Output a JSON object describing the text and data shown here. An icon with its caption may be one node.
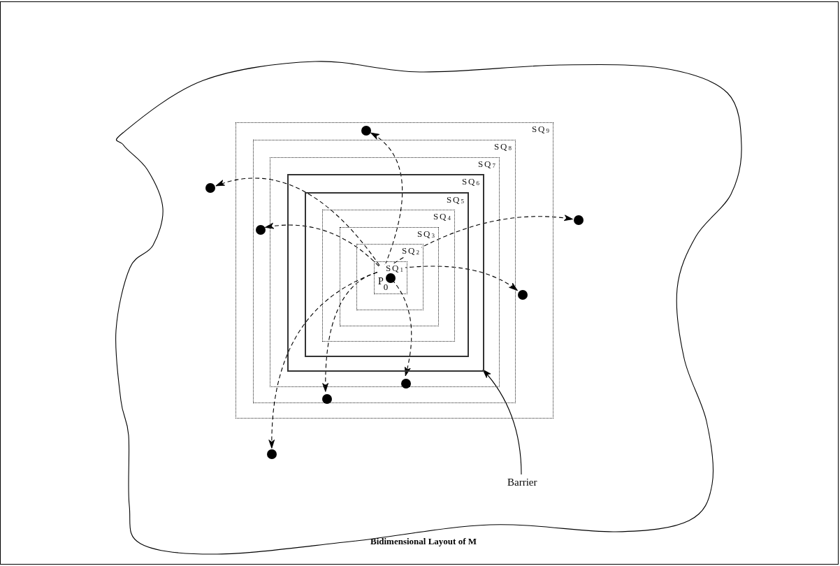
{
  "diagram": {
    "caption": "Bidimensional Layout of M",
    "nodes": [
      {
        "text": [],
        "shape": "cloud"
      },
      {
        "text": [
          "SQ$_{9}$"
        ],
        "in": 0
      },
      {
        "text": [
          "SQ$_{8}$"
        ],
        "in": 1
      },
      {
        "text": [
          "SQ$_{7}$"
        ],
        "in": 2
      },
      {
        "text": [
          "SQ$_{6}$"
        ],
        "in": 3
      },
      {
        "text": [
          "SQ$_{5}$"
        ],
        "in": 4
      },
      {
        "text": [
          "SQ$_{4}$"
        ],
        "in": 5
      },
      {
        "text": [
          "SQ$_{3}$"
        ],
        "in": 6
      },
      {
        "text": [
          "SQ$_{2}$"
        ],
        "in": 7
      },
      {
        "text": [
          "SQ$_{1}$"
        ],
        "in": 8
      },
      {
        "text": [],
        "shape": "circle",
        "in": 1
      },
      {
        "text": [],
        "shape": "circle",
        "in": 0
      },
      {
        "text": [],
        "shape": "circle",
        "in": 0
      },
      {
        "text": [],
        "shape": "circle",
        "in": 2
      },
      {
        "text": [],
        "shape": "circle",
        "in": 9,
        "beside": [
          "P$_{0}$"
        ]
      },
      {
        "text": [],
        "shape": "circle",
        "in": 1
      },
      {
        "text": [],
        "shape": "circle",
        "in": 3
      },
      {
        "text": [],
        "shape": "circle",
        "in": 2
      },
      {
        "text": [],
        "shape": "circle",
        "in": 0
      },
      {
        "text": [
          "Barrier"
        ],
        "in": 0
      }
    ],
    "edges": [
      {
        "from": 14,
        "to": 10,
        "arrow": "to",
        "style": "dashed"
      },
      {
        "from": 14,
        "to": 11,
        "arrow": "to",
        "style": "dashed"
      },
      {
        "from": 14,
        "to": 12,
        "arrow": "to",
        "style": "dashed"
      },
      {
        "from": 14,
        "to": 13,
        "arrow": "to",
        "style": "dashed"
      },
      {
        "from": 14,
        "to": 15,
        "arrow": "to",
        "style": "dashed"
      },
      {
        "from": 14,
        "to": 16,
        "arrow": "to",
        "style": "dashed"
      },
      {
        "from": 14,
        "to": 17,
        "arrow": "to",
        "style": "dashed"
      },
      {
        "from": 14,
        "to": 18,
        "arrow": "to",
        "style": "dashed"
      },
      {
        "from": 19,
        "to": 4,
        "arrow": "to"
      }
    ]
  }
}
